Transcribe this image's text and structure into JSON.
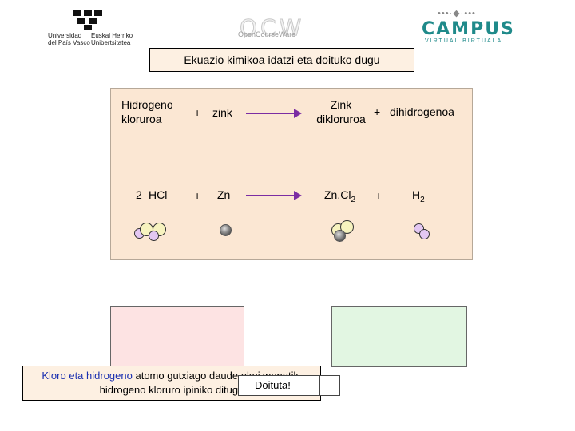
{
  "header": {
    "upv_name_es": "Universidad\ndel País Vasco",
    "upv_name_eu": "Euskal Herriko\nUnibertsitatea",
    "ocw_title": "OCW",
    "ocw_subtitle": "OpenCourseWare",
    "campus_title": "CAMPUS",
    "campus_subtitle": "VIRTUAL BIRTUALA"
  },
  "title": "Ekuazio kimikoa idatzi eta doituko dugu",
  "equation_words": {
    "reactant1_line1": "Hidrogeno",
    "reactant1_line2": "kloruroa",
    "plus1": "+",
    "reactant2": "zink",
    "product1_line1": "Zink",
    "product1_line2": "dikloruroa",
    "plus2": "+",
    "product2": "dihidrogenoa"
  },
  "equation_formula": {
    "coef1": "2",
    "reactant1": "HCl",
    "plus1": "+",
    "reactant2": "Zn",
    "product1_base": "Zn.Cl",
    "product1_sub": "2",
    "plus2": "+",
    "product2_base": "H",
    "product2_sub": "2"
  },
  "message": {
    "highlight": "Kloro eta hidrogeno",
    "line1_rest": " atomo gutxiago daude ekoizpenetik,",
    "line2": "hidrogeno kloruro ipiniko ditugu"
  },
  "doituta_label": "Doituta!",
  "colors": {
    "panel": "#fbe7d3",
    "arrow": "#7b2da3",
    "pink_box": "#fde3e3",
    "green_box": "#e2f6e2",
    "highlight_text": "#1a2fb0"
  }
}
